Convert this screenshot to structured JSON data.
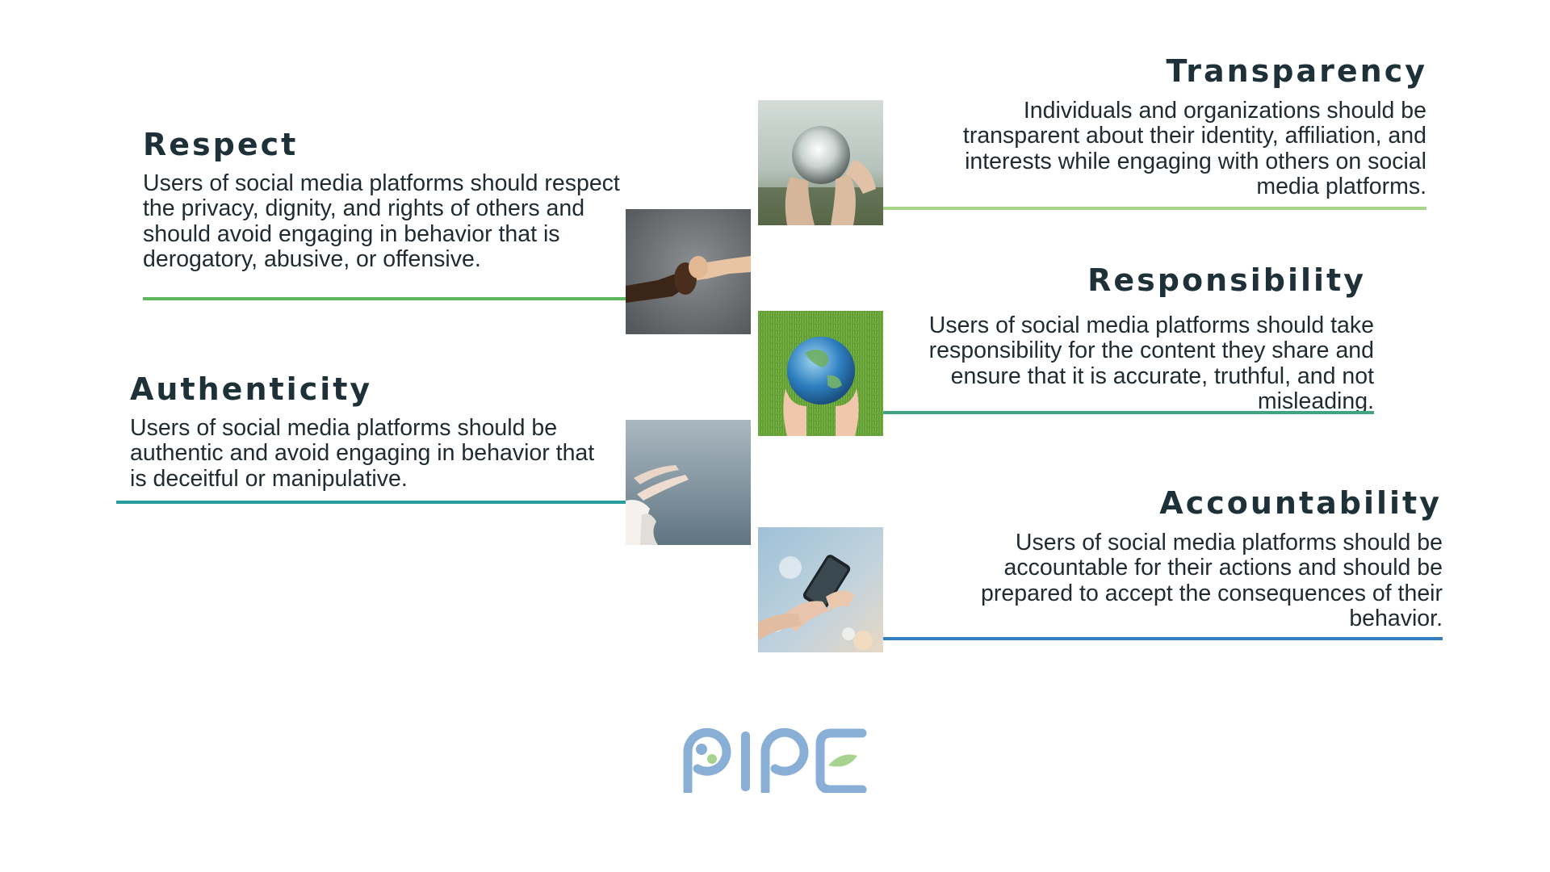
{
  "sections": {
    "respect": {
      "title": "Respect",
      "text": "Users of social media platforms should respect the privacy, dignity, and rights of others and should avoid engaging in behavior that is derogatory, abusive, or offensive.",
      "line_color": "#5cb85c",
      "image": "fist-bump-photo"
    },
    "authenticity": {
      "title": "Authenticity",
      "text": "Users of social media platforms should be authentic and avoid engaging in behavior that is deceitful or manipulative.",
      "line_color": "#2a9d9b",
      "image": "hands-over-water-photo"
    },
    "transparency": {
      "title": "Transparency",
      "text": "Individuals and organizations should be transparent about their identity, affiliation, and interests while engaging with others on social media platforms.",
      "line_color": "#a8d58a",
      "image": "crystal-ball-photo"
    },
    "responsibility": {
      "title": "Responsibility",
      "text": "Users of social media platforms should take responsibility for the content they share and ensure that it is accurate, truthful, and not misleading.",
      "line_color": "#3fa57e",
      "image": "globe-in-hands-photo"
    },
    "accountability": {
      "title": "Accountability",
      "text": "Users of social media platforms should be accountable for their actions and should be prepared to accept the consequences of their behavior.",
      "line_color": "#2f7fc1",
      "image": "smartphone-in-hand-photo"
    }
  },
  "logo": {
    "text": "PIPE",
    "primary_color": "#8aafd6",
    "accent_color": "#a6d48e"
  }
}
